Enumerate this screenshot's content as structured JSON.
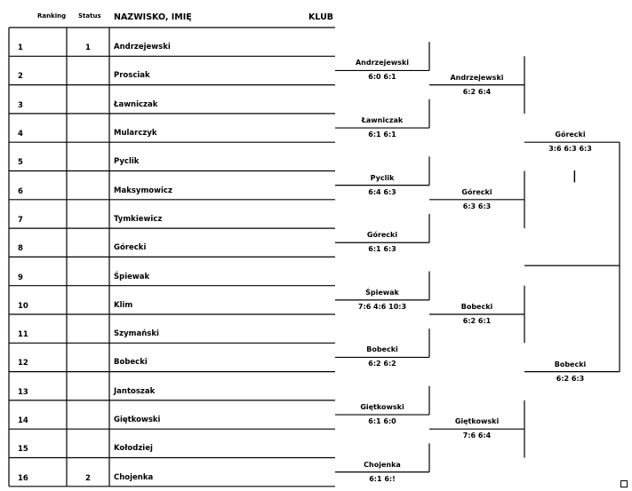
{
  "header": {
    "ranking": "Ranking",
    "status": "Status",
    "name": "NAZWISKO, IMIĘ",
    "club": "KLUB"
  },
  "players": [
    {
      "rank": "1",
      "status": "1",
      "name": "Andrzejewski"
    },
    {
      "rank": "2",
      "status": "",
      "name": "Prosciak"
    },
    {
      "rank": "3",
      "status": "",
      "name": "Ławniczak"
    },
    {
      "rank": "4",
      "status": "",
      "name": "Mularczyk"
    },
    {
      "rank": "5",
      "status": "",
      "name": "Pyclik"
    },
    {
      "rank": "6",
      "status": "",
      "name": "Maksymowicz"
    },
    {
      "rank": "7",
      "status": "",
      "name": "Tymkiewicz"
    },
    {
      "rank": "8",
      "status": "",
      "name": "Górecki"
    },
    {
      "rank": "9",
      "status": "",
      "name": "Śpiewak"
    },
    {
      "rank": "10",
      "status": "",
      "name": "Klim"
    },
    {
      "rank": "11",
      "status": "",
      "name": "Szymański"
    },
    {
      "rank": "12",
      "status": "",
      "name": "Bobecki"
    },
    {
      "rank": "13",
      "status": "",
      "name": "Jantoszak"
    },
    {
      "rank": "14",
      "status": "",
      "name": "Giętkowski"
    },
    {
      "rank": "15",
      "status": "",
      "name": "Kołodziej"
    },
    {
      "rank": "16",
      "status": "2",
      "name": "Chojenka"
    }
  ],
  "round1": [
    {
      "winner": "Andrzejewski",
      "score": "6:0 6:1"
    },
    {
      "winner": "Ławniczak",
      "score": "6:1 6:1"
    },
    {
      "winner": "Pyclik",
      "score": "6:4 6:3"
    },
    {
      "winner": "Górecki",
      "score": "6:1 6:3"
    },
    {
      "winner": "Śpiewak",
      "score": "7:6 4:6 10:3"
    },
    {
      "winner": "Bobecki",
      "score": "6:2 6:2"
    },
    {
      "winner": "Giętkowski",
      "score": "6:1 6:0"
    },
    {
      "winner": "Chojenka",
      "score": "6:1 6:!"
    }
  ],
  "round2": [
    {
      "winner": "Andrzejewski",
      "score": "6:2 6:4"
    },
    {
      "winner": "Górecki",
      "score": "6:3 6:3"
    },
    {
      "winner": "Bobecki",
      "score": "6:2 6:1"
    },
    {
      "winner": "Giętkowski",
      "score": "7:6 6:4"
    }
  ],
  "round3": [
    {
      "winner": "Górecki",
      "score": "3:6 6:3 6:3"
    },
    {
      "winner": "Bobecki",
      "score": "6:2  6:3"
    }
  ],
  "final_mark": "|"
}
